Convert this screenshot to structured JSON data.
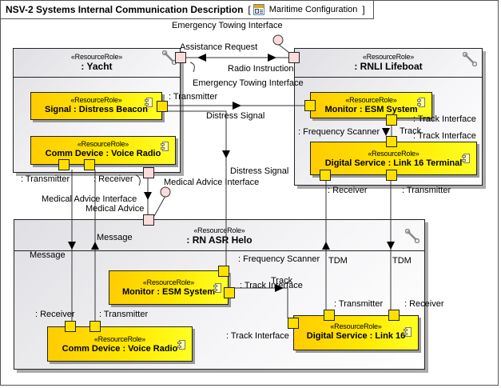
{
  "frame": {
    "title": "NSV-2 Systems Internal Communication Description",
    "open_bracket": "[",
    "config_name": "Maritime Configuration",
    "close_bracket": "]",
    "config_icon": "diagram-icon"
  },
  "parts": {
    "yacht": {
      "stereotype": "«ResourceRole»",
      "name": ": Yacht"
    },
    "lifeboat": {
      "stereotype": "«ResourceRole»",
      "name": ": RNLI Lifeboat"
    },
    "helo": {
      "stereotype": "«ResourceRole»",
      "name": ": RN ASR Helo"
    }
  },
  "components": {
    "distress_beacon": {
      "stereotype": "«ResourceRole»",
      "name": "Signal : Distress Beacon"
    },
    "yacht_radio": {
      "stereotype": "«ResourceRole»",
      "name": "Comm Device : Voice Radio"
    },
    "lifeboat_esm": {
      "stereotype": "«ResourceRole»",
      "name": "Monitor : ESM System"
    },
    "link16_terminal": {
      "stereotype": "«ResourceRole»",
      "name": "Digital Service : Link 16 Terminal"
    },
    "helo_esm": {
      "stereotype": "«ResourceRole»",
      "name": "Monitor : ESM System"
    },
    "helo_radio": {
      "stereotype": "«ResourceRole»",
      "name": "Comm Device : Voice Radio"
    },
    "helo_link16": {
      "stereotype": "«ResourceRole»",
      "name": "Digital Service : Link 16"
    }
  },
  "labels": {
    "emergency_towing_top": "Emergency Towing Interface",
    "assistance_request": "Assistance Request",
    "radio_instruction": "Radio Instruction",
    "emergency_towing_mid": "Emergency Towing Interface",
    "beacon_transmitter": ": Transmitter",
    "distress_signal_1": "Distress Signal",
    "distress_signal_2": "Distress Signal",
    "esm_track_interface": ": Track Interface",
    "esm_frequency_scanner": ": Frequency Scanner",
    "track_1": "Track",
    "terminal_track_interface": ": Track Interface",
    "yacht_radio_transmitter": ": Transmitter",
    "yacht_radio_receiver": ": Receiver",
    "medical_advice_interface_1": "Medical Advice Interface",
    "medical_advice_interface_2": "Medical Advice Interface",
    "medical_advice": "Medical Advice",
    "terminal_receiver": ": Receiver",
    "terminal_transmitter": ": Transmitter",
    "message_1": "Message",
    "message_2": "Message",
    "tdm_1": "TDM",
    "tdm_2": "TDM",
    "helo_frequency_scanner": ": Frequency Scanner",
    "helo_track_interface": ": Track Interface",
    "track_2": "Track",
    "helo_radio_receiver": ": Receiver",
    "helo_radio_transmitter": ": Transmitter",
    "link16_transmitter": ": Transmitter",
    "link16_receiver": ": Receiver",
    "link16_track_interface": ": Track Interface"
  }
}
